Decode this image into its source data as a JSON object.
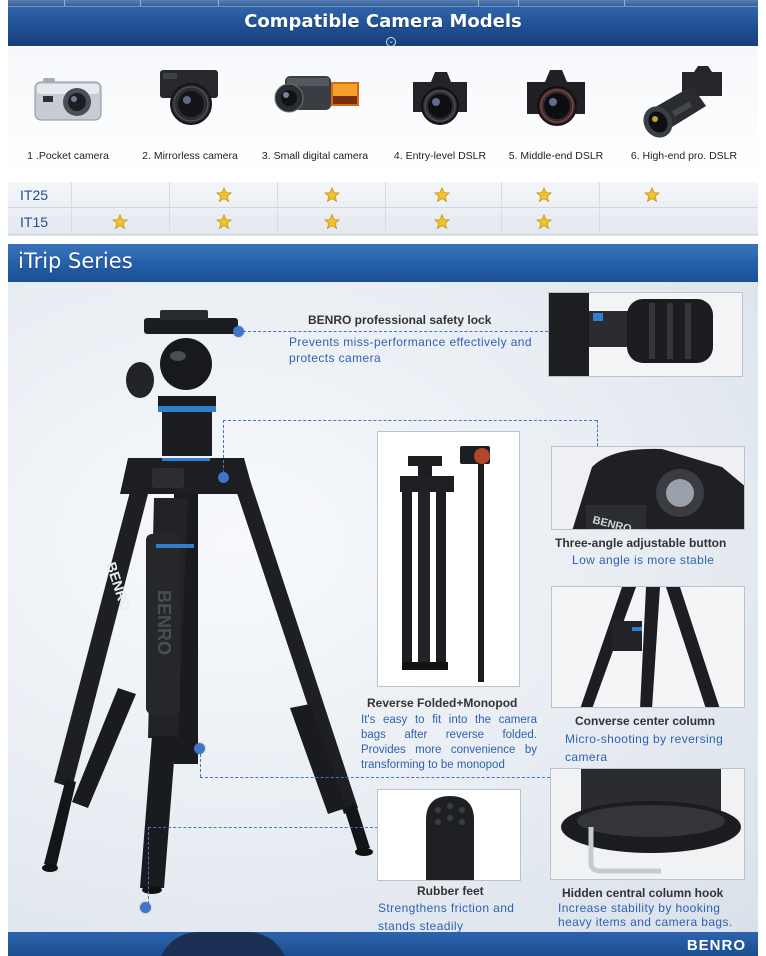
{
  "compat_banner": {
    "title": "Compatible Camera Models",
    "chevron": "⌄"
  },
  "cameras": [
    {
      "label": "1 .Pocket camera",
      "icon": "pocket-camera-icon"
    },
    {
      "label": "2. Mirrorless camera",
      "icon": "mirrorless-camera-icon"
    },
    {
      "label": "3. Small digital camera",
      "icon": "camcorder-icon"
    },
    {
      "label": "4. Entry-level DSLR",
      "icon": "dslr-camera-icon"
    },
    {
      "label": "5. Middle-end DSLR",
      "icon": "dslr-camera-icon"
    },
    {
      "label": "6. High-end pro. DSLR",
      "icon": "telephoto-camera-icon"
    }
  ],
  "compat_table": {
    "rows": [
      {
        "model": "IT25",
        "stars": [
          false,
          true,
          true,
          true,
          true,
          true
        ]
      },
      {
        "model": "IT15",
        "stars": [
          true,
          true,
          true,
          true,
          true,
          false
        ]
      }
    ]
  },
  "itrip": {
    "title": "iTrip Series",
    "tripod_brand": "BENRO",
    "features": {
      "safety_lock": {
        "title": "BENRO professional safety lock",
        "desc": "Prevents miss-performance effectively and protects camera"
      },
      "three_angle": {
        "title": "Three-angle adjustable button",
        "desc": "Low angle is more stable"
      },
      "reverse_fold": {
        "title": "Reverse Folded+Monopod",
        "desc": "It's easy to fit into the camera bags after reverse folded. Provides more convenience by transforming to be monopod"
      },
      "converse_column": {
        "title": "Converse center column",
        "desc": "Micro-shooting by reversing camera"
      },
      "rubber_feet": {
        "title": "Rubber feet",
        "desc": "Strengthens friction and stands steadily"
      },
      "hidden_hook": {
        "title": "Hidden central column hook",
        "desc": "Increase stability by hooking heavy items and camera bags."
      }
    }
  },
  "bottom_logo": "BENRO",
  "colors": {
    "banner_blue": "#1f4f92",
    "accent_blue": "#2d62b0",
    "star_yellow": "#f2c12e"
  }
}
